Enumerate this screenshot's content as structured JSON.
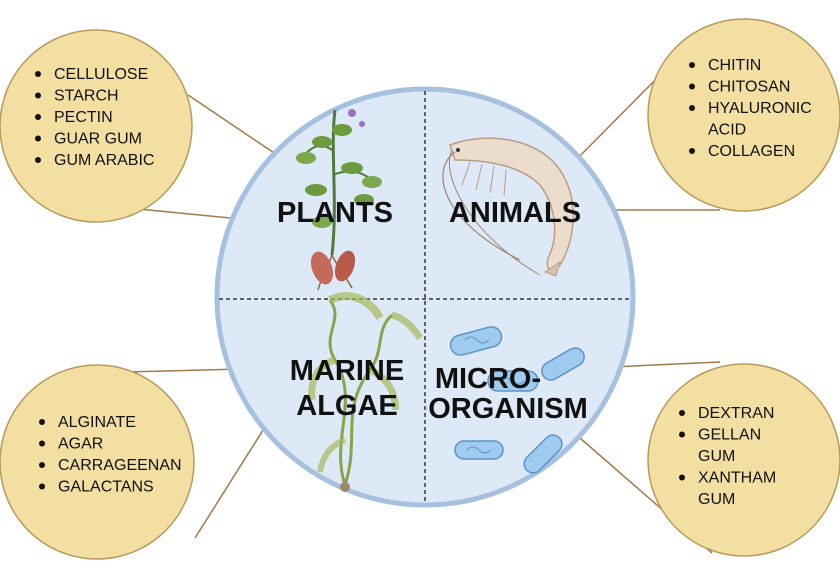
{
  "quadrants": {
    "plants": {
      "label": "PLANTS"
    },
    "animals": {
      "label": "ANIMALS"
    },
    "marine": {
      "label_line1": "MARINE",
      "label_line2": "ALGAE"
    },
    "micro": {
      "label_line1": "MICRO-",
      "label_line2": "ORGANISM"
    }
  },
  "bubbles": {
    "plants": {
      "items": [
        [
          "CELLULOSE"
        ],
        [
          "STARCH"
        ],
        [
          "PECTIN"
        ],
        [
          "GUAR GUM"
        ],
        [
          "GUM ARABIC"
        ]
      ]
    },
    "animals": {
      "items": [
        [
          "CHITIN"
        ],
        [
          "CHITOSAN"
        ],
        [
          "HYALURONIC",
          "ACID"
        ],
        [
          "COLLAGEN"
        ]
      ]
    },
    "marine": {
      "items": [
        [
          "ALGINATE"
        ],
        [
          "AGAR"
        ],
        [
          "CARRAGEENAN"
        ],
        [
          "GALACTANS"
        ]
      ]
    },
    "micro": {
      "items": [
        [
          "DEXTRAN"
        ],
        [
          "GELLAN",
          "GUM"
        ],
        [
          "XANTHAM",
          "GUM"
        ]
      ]
    }
  },
  "colors": {
    "bubble_fill": "#f3dfa2",
    "bubble_stroke": "#b89a5a",
    "circle_fill": "#dde9f6",
    "circle_stroke": "#a6c0e0",
    "divider": "#333333",
    "connector": "#a07a4a"
  }
}
